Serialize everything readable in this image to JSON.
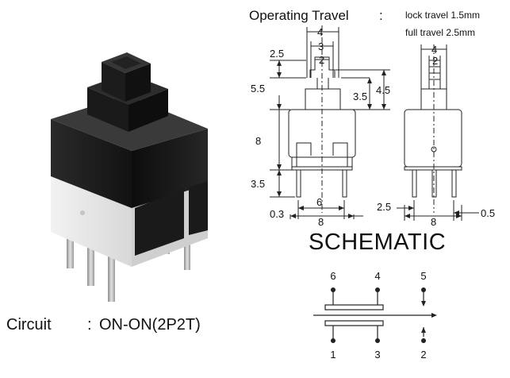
{
  "operating_travel": {
    "title": "Operating Travel",
    "colon": ":",
    "lock_travel": "lock travel 1.5mm",
    "full_travel": "full travel 2.5mm"
  },
  "dimensions_front": {
    "top_4": "4",
    "top_3": "3",
    "top_2": "2",
    "left_2_5": "2.5",
    "left_5_5": "5.5",
    "right_3_5": "3.5",
    "right_4_5": "4.5",
    "left_8": "8",
    "left_3_5": "3.5",
    "bottom_6": "6",
    "bottom_8": "8",
    "bottom_0_3": "0.3"
  },
  "dimensions_side": {
    "top_4": "4",
    "top_2": "2",
    "bottom_2_5": "2.5",
    "bottom_8": "8",
    "bottom_0_5": "0.5"
  },
  "schematic": {
    "title": "SCHEMATIC",
    "pins_top": [
      "6",
      "4",
      "5"
    ],
    "pins_bottom": [
      "1",
      "3",
      "2"
    ]
  },
  "circuit": {
    "label": "Circuit",
    "colon": ":",
    "value": "ON-ON(2P2T)"
  },
  "colors": {
    "switch_body": "#1c1c1c",
    "switch_base": "#e9e9e9",
    "lead_metal": "#b9b9b9",
    "line": "#222222"
  }
}
